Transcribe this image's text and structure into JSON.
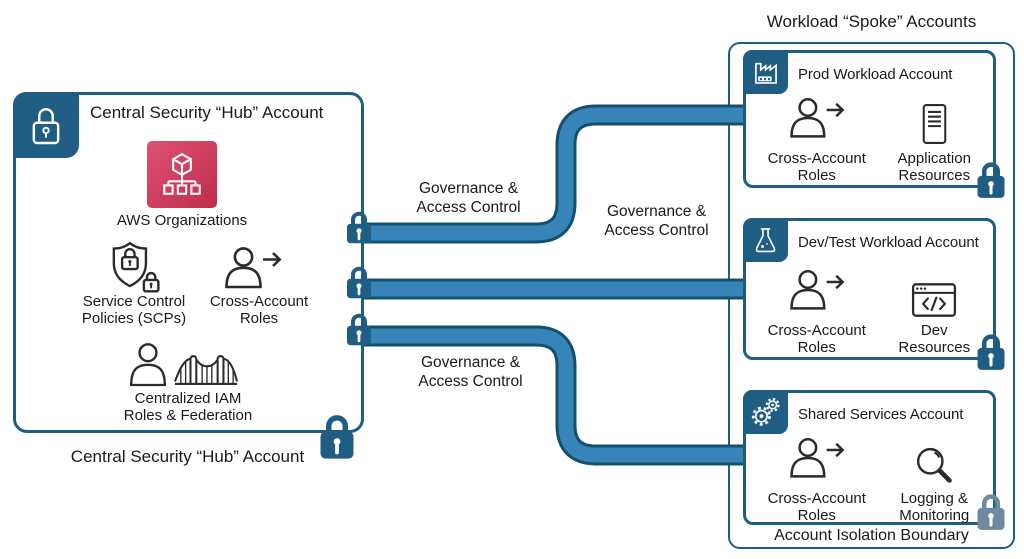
{
  "hub": {
    "title": "Central Security “Hub” Account",
    "caption": "Central Security “Hub” Account",
    "organizations_label": "AWS Organizations",
    "scp_l1": "Service Control",
    "scp_l2": "Policies (SCPs)",
    "car_l1": "Cross-Account",
    "car_l2": "Roles",
    "iam_l1": "Centralized IAM",
    "iam_l2": "Roles & Federation"
  },
  "spokes": {
    "title": "Workload “Spoke” Accounts",
    "boundary": "Account Isolation Boundary",
    "accounts": [
      {
        "title": "Prod Workload Account",
        "left_l1": "Cross-Account",
        "left_l2": "Roles",
        "right_l1": "Application",
        "right_l2": "Resources"
      },
      {
        "title": "Dev/Test Workload Account",
        "left_l1": "Cross-Account",
        "left_l2": "Roles",
        "right_l1": "Dev",
        "right_l2": "Resources"
      },
      {
        "title": "Shared Services Account",
        "left_l1": "Cross-Account",
        "left_l2": "Roles",
        "right_l1": "Logging &",
        "right_l2": "Monitoring"
      }
    ]
  },
  "connections": [
    {
      "l1": "Governance &",
      "l2": "Access Control"
    },
    {
      "l1": "Governance &",
      "l2": "Access Control"
    },
    {
      "l1": "Governance &",
      "l2": "Access Control"
    }
  ],
  "icons": {
    "hub_badge": "lock-outline-icon",
    "pipe_endpoints": "lock-icon",
    "organizations": "org-chart-cube-icon",
    "scp": "shield-locks-icon",
    "cross_account": "person-arrow-icon",
    "federation": "person-and-bridge-icon",
    "prod_badge": "factory-icon",
    "dev_badge": "flask-icon",
    "shared_badge": "gears-icon",
    "application_resources": "document-icon",
    "dev_resources": "code-window-icon",
    "logging_monitoring": "magnifier-icon"
  },
  "colors": {
    "accent": "#1f5d82",
    "pipe_fill": "#3684b8",
    "pipe_outline": "#14506e",
    "org_gradient_start": "#de5273",
    "org_gradient_end": "#bf2b4d",
    "lock_dim": "#6d8aa0",
    "text": "#1a1a1a"
  }
}
